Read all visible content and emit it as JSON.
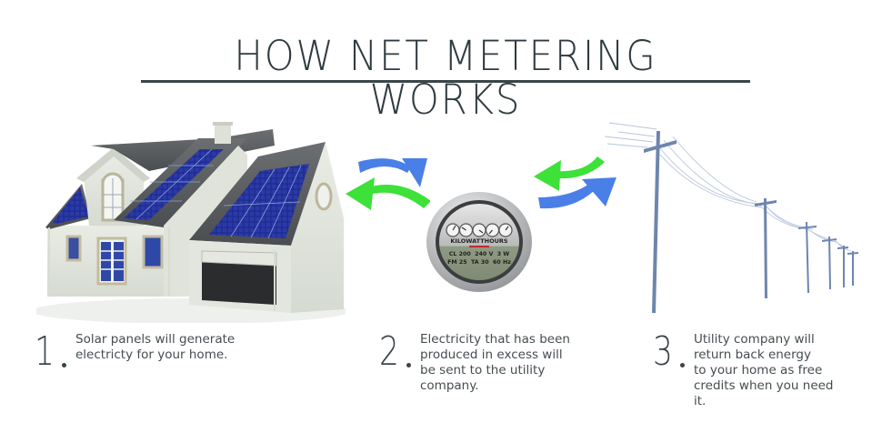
{
  "header": {
    "title": "HOW NET METERING WORKS"
  },
  "meter": {
    "label": "KILOWATTHOURS",
    "spec_line1": "CL 200  240 V  3 W",
    "spec_line2": "FM 25  TA 30  60 Hz"
  },
  "colors": {
    "blue_arrow": "#4a7fe8",
    "green_arrow": "#3ee03a",
    "text": "#3a4549",
    "panel": "#1f2a8a"
  },
  "steps": [
    {
      "number": "1",
      "lines": [
        "Solar panels will generate",
        "electricty for your home."
      ]
    },
    {
      "number": "2",
      "lines": [
        "Electricity that has been",
        "produced in excess will",
        "be sent to the utility",
        "company."
      ]
    },
    {
      "number": "3",
      "lines": [
        "Utility company will",
        "return back energy",
        "to your home as free",
        "credits when you need",
        "it."
      ]
    }
  ]
}
